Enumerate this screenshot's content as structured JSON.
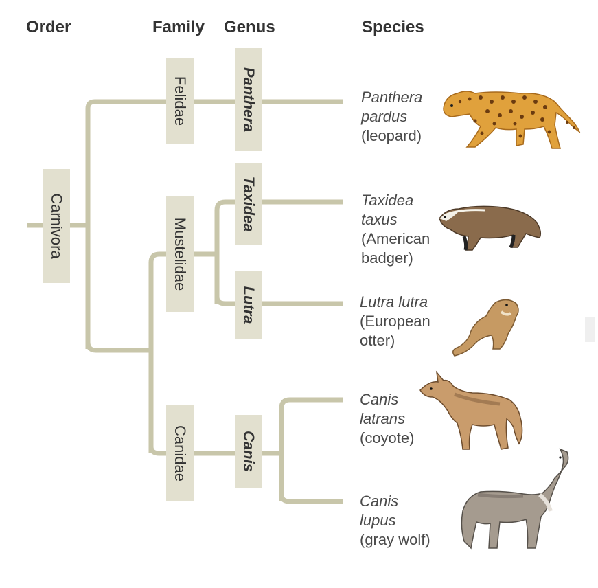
{
  "headers": {
    "order": "Order",
    "family": "Family",
    "genus": "Genus",
    "species": "Species"
  },
  "order": {
    "name": "Carnivora"
  },
  "families": [
    {
      "name": "Felidae"
    },
    {
      "name": "Mustelidae"
    },
    {
      "name": "Canidae"
    }
  ],
  "genera": [
    {
      "name": "Panthera"
    },
    {
      "name": "Taxidea"
    },
    {
      "name": "Lutra"
    },
    {
      "name": "Canis"
    }
  ],
  "species": [
    {
      "sci": [
        "Panthera",
        "pardus"
      ],
      "common": [
        "(leopard)"
      ],
      "icon": "leopard-illustration"
    },
    {
      "sci": [
        "Taxidea",
        "taxus"
      ],
      "common": [
        "(American",
        "badger)"
      ],
      "icon": "badger-illustration"
    },
    {
      "sci": [
        "Lutra lutra"
      ],
      "common": [
        "(European",
        "otter)"
      ],
      "icon": "otter-illustration"
    },
    {
      "sci": [
        "Canis",
        "latrans"
      ],
      "common": [
        "(coyote)"
      ],
      "icon": "coyote-illustration"
    },
    {
      "sci": [
        "Canis",
        "lupus"
      ],
      "common": [
        "(gray wolf)"
      ],
      "icon": "wolf-illustration"
    }
  ],
  "colors": {
    "branch": "#c8c6aa",
    "label_box": "#e2e0cf",
    "text": "#333333"
  }
}
